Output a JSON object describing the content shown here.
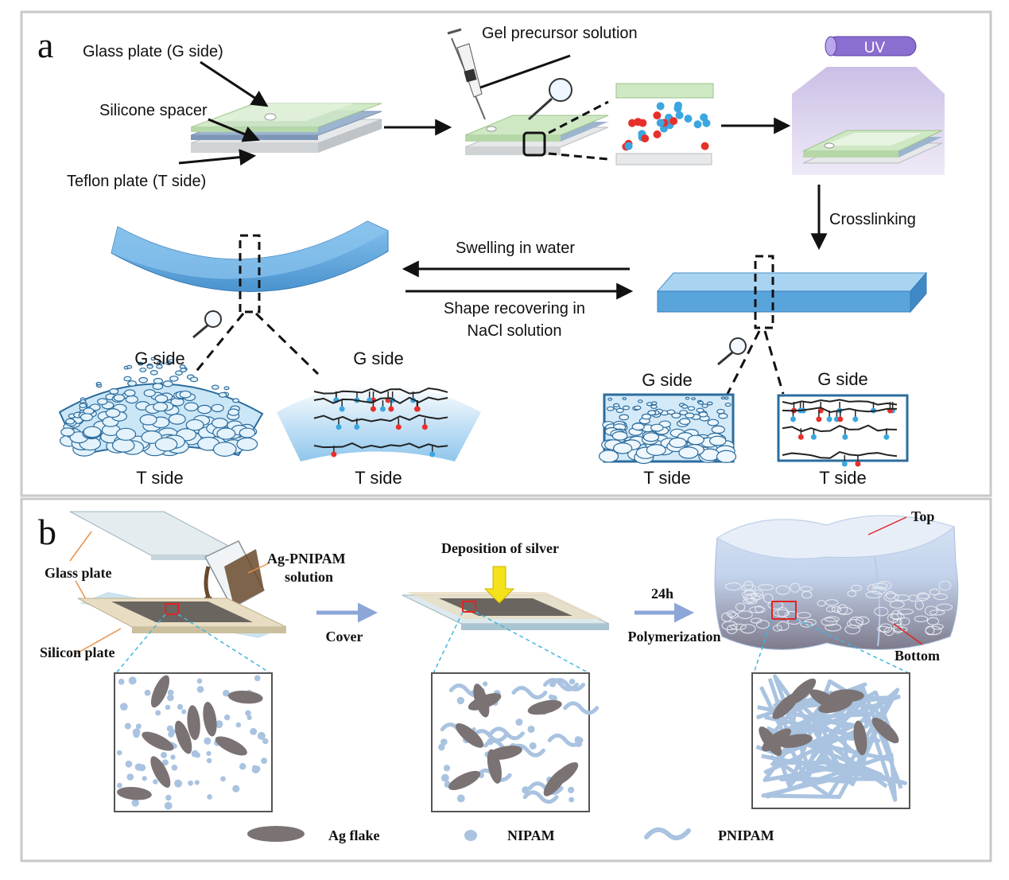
{
  "panel_a": {
    "letter": "a",
    "glass_plate": "Glass plate (G side)",
    "silicone_spacer": "Silicone spacer",
    "teflon_plate": "Teflon plate (T side)",
    "gel_precursor": "Gel precursor solution",
    "uv": "UV",
    "crosslinking": "Crosslinking",
    "swelling": "Swelling in water",
    "recovering_line1": "Shape recovering in",
    "recovering_line2": "NaCl solution",
    "g_side": "G side",
    "t_side": "T side"
  },
  "panel_b": {
    "letter": "b",
    "glass_plate": "Glass plate",
    "solution_line1": "Ag-PNIPAM",
    "solution_line2": "solution",
    "silicon_plate": "Silicon plate",
    "cover": "Cover",
    "deposition": "Deposition of silver",
    "time": "24h",
    "polymerization": "Polymerization",
    "top": "Top",
    "bottom": "Bottom",
    "legend": {
      "ag_flake": "Ag flake",
      "nipam": "NIPAM",
      "pnipam": "PNIPAM"
    }
  },
  "colors": {
    "glass_green": "#cfe8c4",
    "spacer_blue": "#8fa6c4",
    "gel_blue": "#5aa4dc",
    "ag_flake": "#7b7373",
    "nipam": "#a9c3e0",
    "red_dot": "#e8302a",
    "cyan_dot": "#3aa7e0",
    "arrow_blue": "#8ca6d8",
    "uv_purple": "#8b6fd0"
  }
}
